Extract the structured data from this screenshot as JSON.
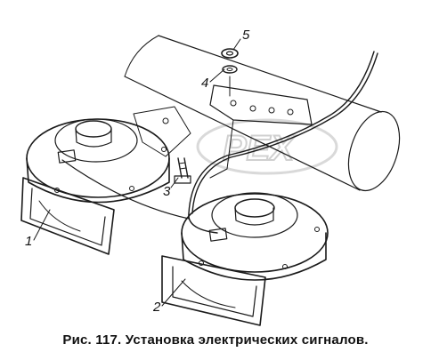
{
  "figure": {
    "caption": "Рис. 117. Установка электрических сигналов.",
    "callouts": [
      {
        "id": "1",
        "label": "1"
      },
      {
        "id": "2",
        "label": "2"
      },
      {
        "id": "3",
        "label": "3"
      },
      {
        "id": "4",
        "label": "4"
      },
      {
        "id": "5",
        "label": "5"
      }
    ],
    "watermark": "PEX"
  }
}
